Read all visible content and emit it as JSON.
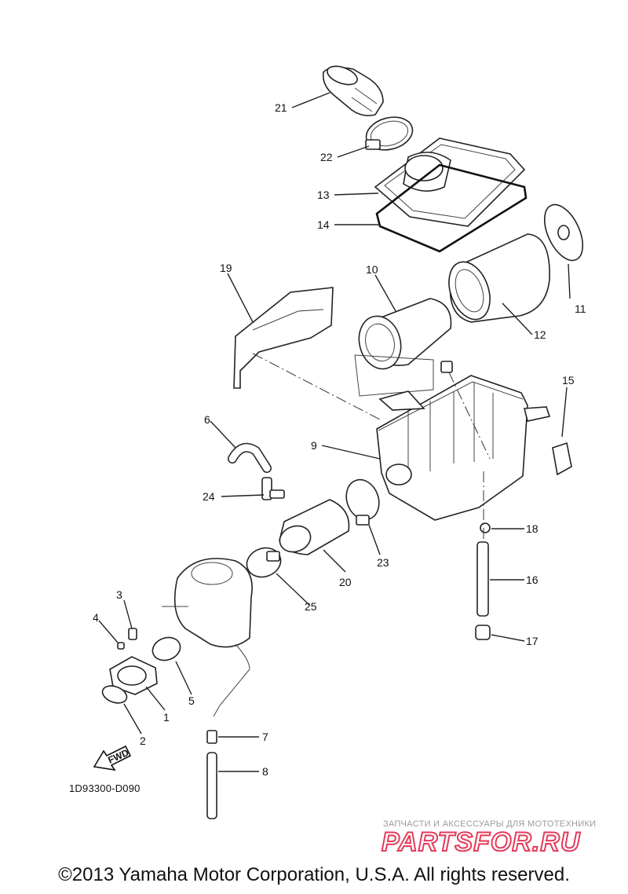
{
  "diagram": {
    "labels": [
      {
        "id": "1",
        "text": "1"
      },
      {
        "id": "2",
        "text": "2"
      },
      {
        "id": "3",
        "text": "3"
      },
      {
        "id": "4",
        "text": "4"
      },
      {
        "id": "5",
        "text": "5"
      },
      {
        "id": "6",
        "text": "6"
      },
      {
        "id": "7",
        "text": "7"
      },
      {
        "id": "8",
        "text": "8"
      },
      {
        "id": "9",
        "text": "9"
      },
      {
        "id": "10",
        "text": "10"
      },
      {
        "id": "11",
        "text": "11"
      },
      {
        "id": "12",
        "text": "12"
      },
      {
        "id": "13",
        "text": "13"
      },
      {
        "id": "14",
        "text": "14"
      },
      {
        "id": "15",
        "text": "15"
      },
      {
        "id": "16",
        "text": "16"
      },
      {
        "id": "17",
        "text": "17"
      },
      {
        "id": "18",
        "text": "18"
      },
      {
        "id": "19",
        "text": "19"
      },
      {
        "id": "20",
        "text": "20"
      },
      {
        "id": "21",
        "text": "21"
      },
      {
        "id": "22",
        "text": "22"
      },
      {
        "id": "23",
        "text": "23"
      },
      {
        "id": "24",
        "text": "24"
      },
      {
        "id": "25",
        "text": "25"
      }
    ],
    "fwd_label": "FWD",
    "diagram_code": "1D93300-D090"
  },
  "watermark": {
    "tagline": "ЗАПЧАСТИ И АКСЕССУАРЫ ДЛЯ МОТОТЕХНИКИ",
    "brand": "PARTSFOR.RU",
    "brand_color": "#e53a5a"
  },
  "footer": {
    "copyright": "©2013 Yamaha Motor Corporation, U.S.A. All rights reserved."
  }
}
